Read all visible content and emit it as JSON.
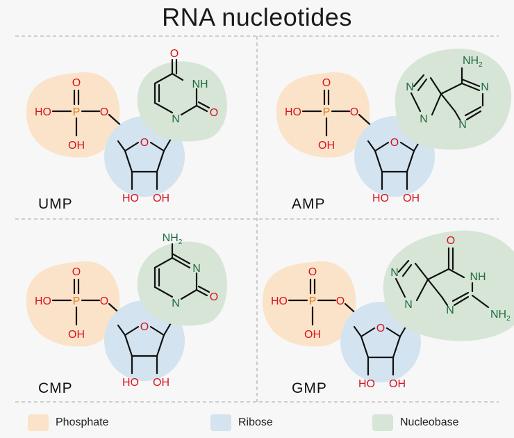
{
  "title": "RNA nucleotides",
  "colors": {
    "phosphate": "#fbe3c9",
    "ribose": "#d3e3ef",
    "nucleobase": "#d6e5d6",
    "oxygen": "#d7121f",
    "nitrogen": "#1f6b43",
    "phosphorus": "#e07b12",
    "bond": "#111111"
  },
  "atoms": {
    "O": "O",
    "OH": "OH",
    "HO": "HO",
    "P": "P",
    "N": "N",
    "NH": "NH",
    "NH2": "NH",
    "sub2": "2"
  },
  "nucleotides": [
    {
      "id": "ump",
      "label": "UMP"
    },
    {
      "id": "amp",
      "label": "AMP"
    },
    {
      "id": "cmp",
      "label": "CMP"
    },
    {
      "id": "gmp",
      "label": "GMP"
    }
  ],
  "legend": [
    {
      "label": "Phosphate",
      "color": "#fbe3c9"
    },
    {
      "label": "Ribose",
      "color": "#d3e3ef"
    },
    {
      "label": "Nucleobase",
      "color": "#d6e5d6"
    }
  ]
}
